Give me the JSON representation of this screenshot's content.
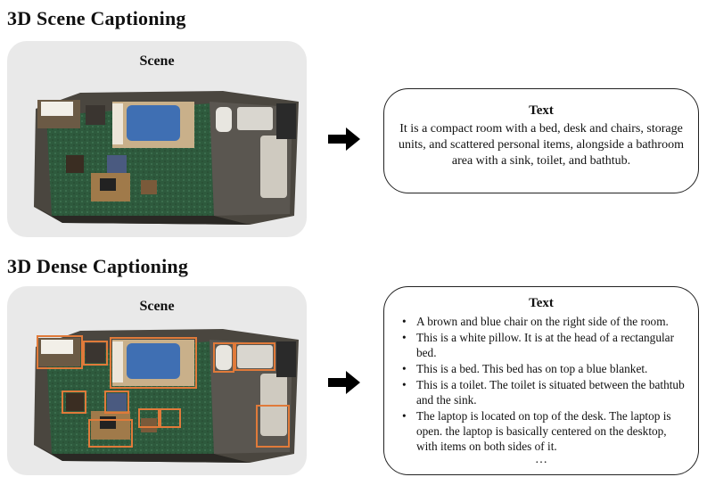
{
  "scene_captioning": {
    "title": "3D Scene Captioning",
    "scene_label": "Scene",
    "text_title": "Text",
    "text_body": "It is a compact room with a bed, desk and chairs, storage units, and scattered personal items, alongside a bathroom area with a sink, toilet, and bathtub."
  },
  "dense_captioning": {
    "title": "3D Dense Captioning",
    "scene_label": "Scene",
    "text_title": "Text",
    "captions": [
      "A brown and blue chair on the right side of the room.",
      "This is a white pillow. It is at the head of a rectangular bed.",
      "This is a bed. This bed has on top a blue blanket.",
      "This is a toilet. The toilet is situated between the bathtub and the sink.",
      "The laptop is located on top of the desk. The laptop is open. the laptop is basically centered on the desktop, with items on both sides of it."
    ],
    "ellipsis": "…"
  },
  "colors": {
    "panel_bg": "#e9e9e9",
    "box_highlight": "#e07a3a",
    "floor_green": "#2f5a3c",
    "blanket_blue": "#3f6fb3"
  }
}
